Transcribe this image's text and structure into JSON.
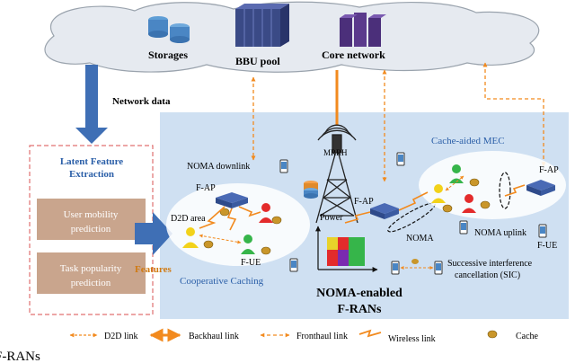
{
  "cloud": {
    "storages": "Storages",
    "bbu_pool": "BBU pool",
    "core_network": "Core network"
  },
  "network_data": "Network data",
  "latent": {
    "title_line1": "Latent Feature",
    "title_line2": "Extraction",
    "box1_line1": "User mobility",
    "box1_line2": "prediction",
    "box2_line1": "Task popularity",
    "box2_line2": "prediction"
  },
  "features": "Features",
  "labels": {
    "mrrh": "MRRH",
    "noma_downlink": "NOMA downlink",
    "cache_aided_mec": "Cache-aided MEC",
    "fap_left": "F-AP",
    "fap_mid": "F-AP",
    "fap_right": "F-AP",
    "d2d_area": "D2D area",
    "fue_left": "F-UE",
    "fue_right": "F-UE",
    "power": "Power",
    "noma": "NOMA",
    "noma_uplink": "NOMA uplink",
    "sic_line1": "Successive interference",
    "sic_line2": "cancellation (SIC)",
    "cooperative_caching": "Cooperative Caching",
    "noma_title_line1": "NOMA-enabled",
    "noma_title_line2": "F-RANs"
  },
  "legend": {
    "d2d": "D2D link",
    "backhaul": "Backhaul link",
    "fronthaul": "Fronthaul link",
    "wireless": "Wireless link",
    "cache": "Cache"
  },
  "caption_partial": "F-RANs",
  "colors": {
    "panel": "#cfe0f2",
    "cloud": "#e6eaf0",
    "arrow_blue": "#3f6fb5",
    "orange": "#f28a1e",
    "dashed_red": "#e07070",
    "latent_box": "#c9a58d",
    "mec_text": "#2b5fa8",
    "features_text": "#d07a12"
  }
}
